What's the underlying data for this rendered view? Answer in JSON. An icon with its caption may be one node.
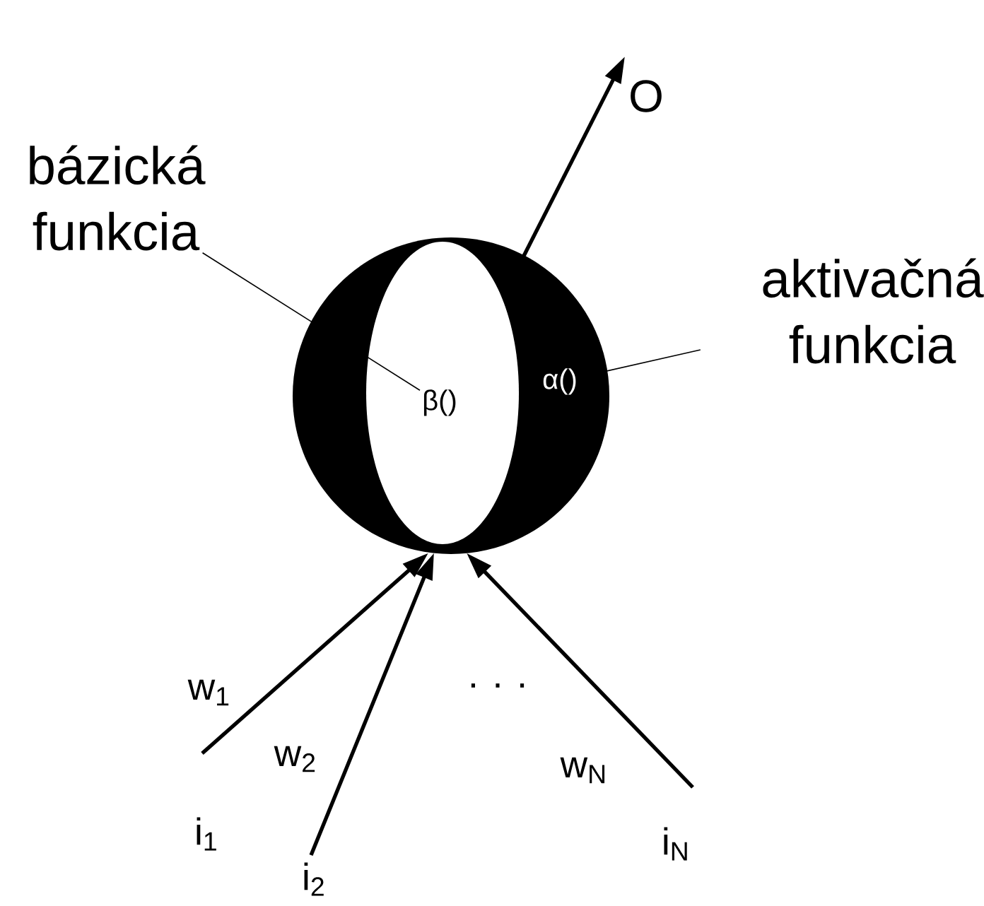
{
  "diagram": {
    "nodes": [
      {
        "text": [],
        "shape": "circle"
      },
      {
        "text": [
          "β()"
        ],
        "in": 0
      },
      {
        "text": [
          "α()"
        ],
        "in": 0
      },
      {
        "text": [
          "bázická funkcia"
        ]
      },
      {
        "text": [
          "aktivačná funkcia"
        ]
      },
      {
        "text": [
          "O"
        ]
      },
      {
        "text": [
          "i$_{1}$"
        ]
      },
      {
        "text": [
          "i$_{2}$"
        ]
      },
      {
        "text": [
          "i$_{N}$"
        ]
      }
    ],
    "edges": [
      {
        "from": 0,
        "to": 5,
        "arrow": "to"
      },
      {
        "from": 6,
        "to": 0,
        "arrow": "to",
        "label": "w$_{1}$"
      },
      {
        "from": 7,
        "to": 0,
        "arrow": "to",
        "label": "w$_{2}$"
      },
      {
        "from": 8,
        "to": 0,
        "arrow": "to",
        "label": "w$_{N}$"
      },
      {
        "from": 3,
        "to": 1,
        "arrow": "none"
      },
      {
        "from": 4,
        "to": 2,
        "arrow": "none"
      }
    ],
    "labels": [
      ". . ."
    ]
  }
}
